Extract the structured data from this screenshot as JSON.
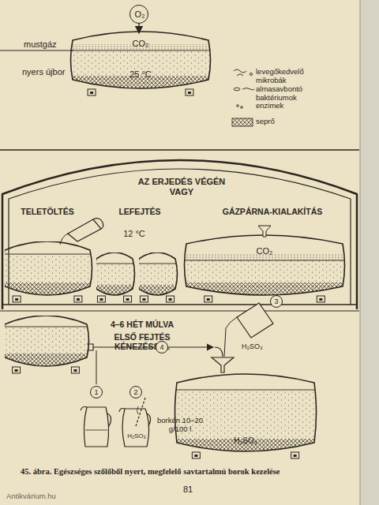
{
  "diagram": {
    "caption": "45. ábra. Egészséges szőlőből nyert, megfelelő savtartalmú borok kezelése",
    "nodes": [
      {
        "text": [
          "O₂"
        ]
      },
      {
        "text": [
          "CO₂",
          "25 °C"
        ]
      },
      {
        "text": [
          "CO₂"
        ]
      },
      {
        "text": [
          "H₂SO₃"
        ]
      },
      {
        "text": [
          "H₂SO₃"
        ]
      }
    ],
    "edges": [
      {
        "from": 0,
        "to": 1,
        "arrow": "to"
      }
    ],
    "labels": [
      "mustgáz",
      "nyers újbor",
      "AZ ERJEDÉS VÉGÉN VAGY",
      "TELETÖLTÉS",
      "LEFEJTÉS",
      "GÁZPÁRNA-KIALAKÍTÁS",
      "12 °C",
      "4–6 HÉT MÚLVA",
      "ELSŐ FEJTÉS KÉNEZÉSSEL",
      "1",
      "2",
      "3",
      "4",
      "H₂SO₃",
      "borkén 10–20 g/100 l",
      "81",
      "Antikvárium.hu"
    ],
    "legend": [
      {
        "text": "levegőkedvelő mikrobák"
      },
      {
        "text": "almasavbontó baktériumok"
      },
      {
        "text": "enzimek"
      },
      {
        "text": "seprő"
      }
    ]
  }
}
